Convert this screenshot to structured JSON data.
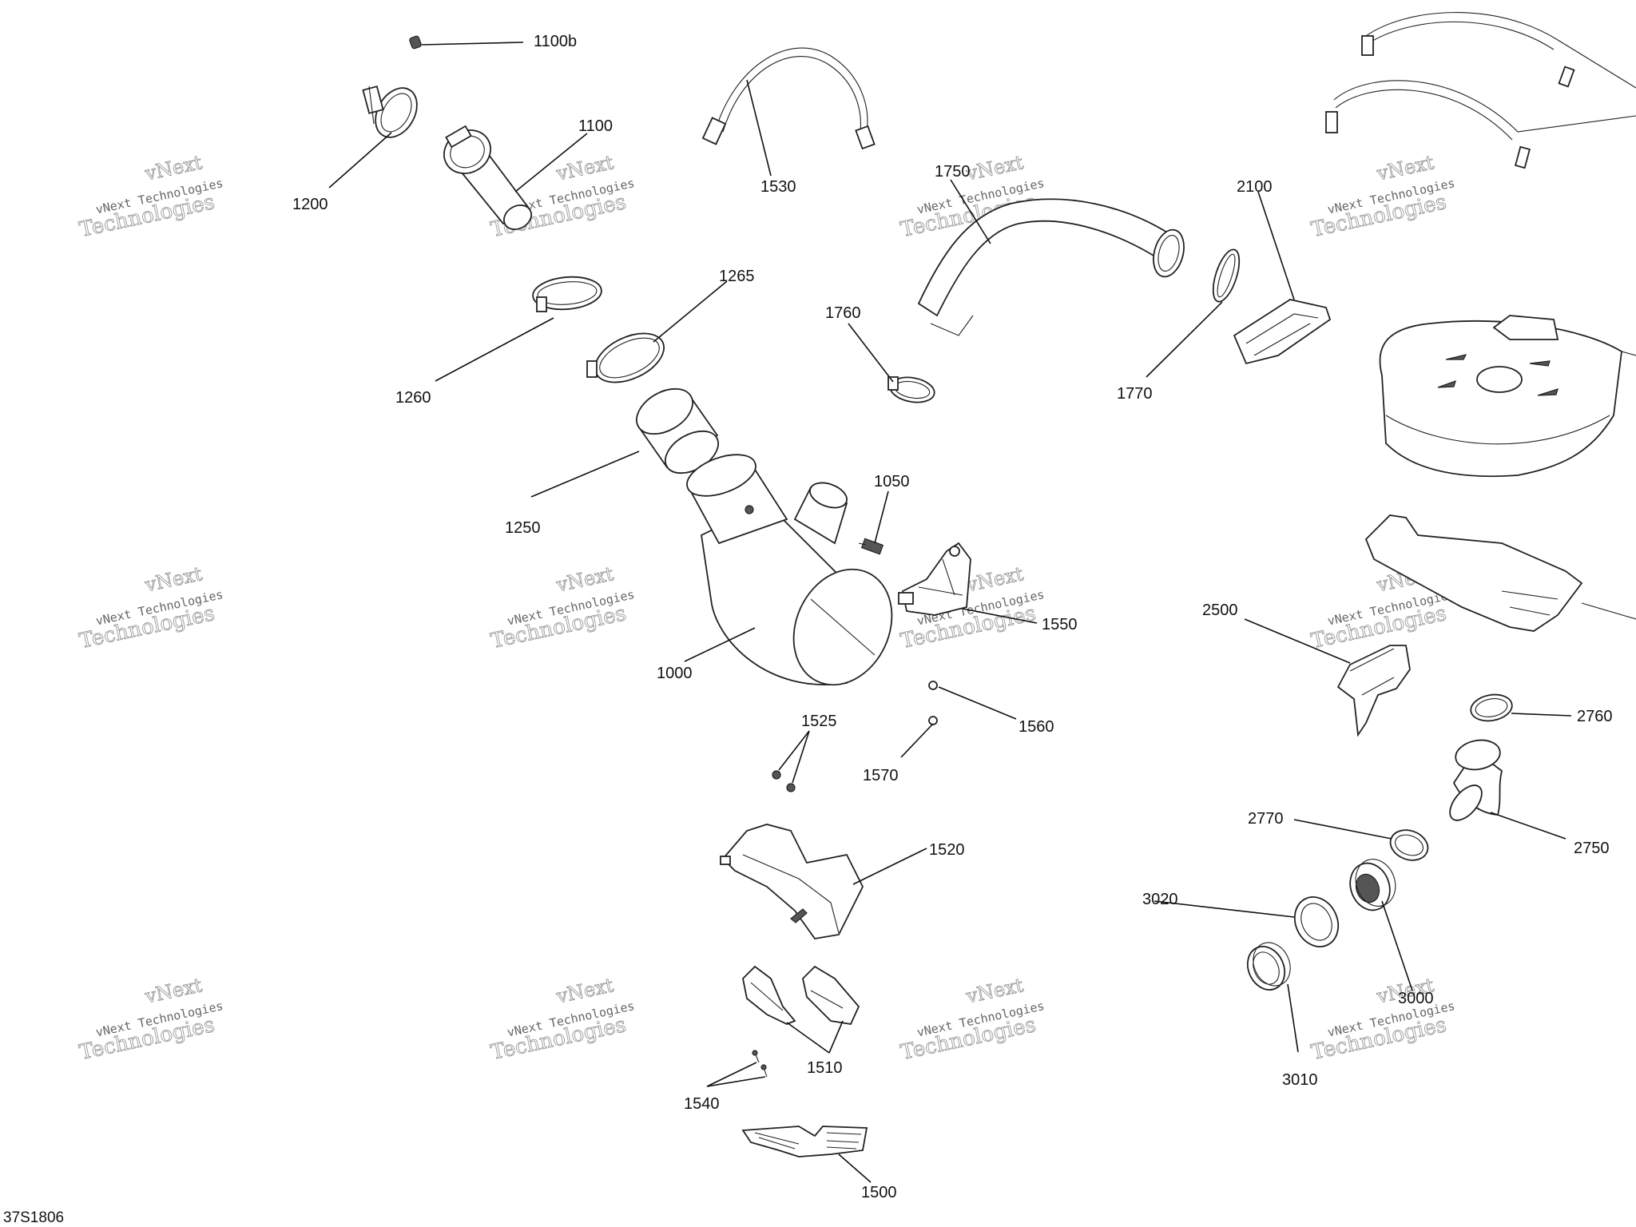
{
  "diagram": {
    "code": "37S1806",
    "watermark": {
      "line1": "vNext",
      "line2": "vNext Technologies",
      "line3": "Technologies"
    },
    "callouts": [
      {
        "id": "1100b",
        "label": "1100b"
      },
      {
        "id": "1100",
        "label": "1100"
      },
      {
        "id": "1200",
        "label": "1200"
      },
      {
        "id": "1530",
        "label": "1530"
      },
      {
        "id": "1750",
        "label": "1750"
      },
      {
        "id": "2100",
        "label": "2100"
      },
      {
        "id": "1265",
        "label": "1265"
      },
      {
        "id": "1760",
        "label": "1760"
      },
      {
        "id": "1770",
        "label": "1770"
      },
      {
        "id": "1260",
        "label": "1260"
      },
      {
        "id": "1250",
        "label": "1250"
      },
      {
        "id": "1050",
        "label": "1050"
      },
      {
        "id": "1550",
        "label": "1550"
      },
      {
        "id": "2500",
        "label": "2500"
      },
      {
        "id": "1000",
        "label": "1000"
      },
      {
        "id": "1560",
        "label": "1560"
      },
      {
        "id": "2760",
        "label": "2760"
      },
      {
        "id": "1525",
        "label": "1525"
      },
      {
        "id": "1570",
        "label": "1570"
      },
      {
        "id": "2770",
        "label": "2770"
      },
      {
        "id": "2750",
        "label": "2750"
      },
      {
        "id": "1520",
        "label": "1520"
      },
      {
        "id": "3020",
        "label": "3020"
      },
      {
        "id": "3000",
        "label": "3000"
      },
      {
        "id": "1510",
        "label": "1510"
      },
      {
        "id": "3010",
        "label": "3010"
      },
      {
        "id": "1540",
        "label": "1540"
      },
      {
        "id": "1500",
        "label": "1500"
      }
    ]
  }
}
